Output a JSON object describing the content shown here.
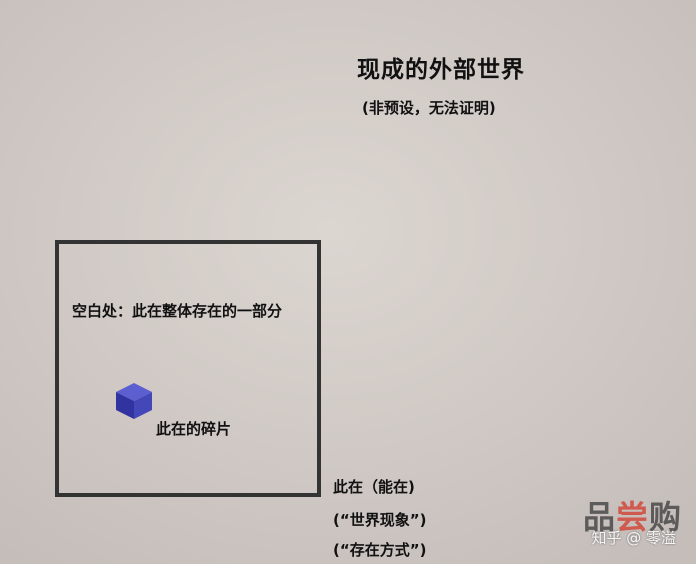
{
  "title": "现成的外部世界",
  "subtitle": "(非预设，无法证明)",
  "frame": {
    "blank_label": "空白处：此在整体存在的一部分",
    "fragment_label": "此在的碎片"
  },
  "notes": [
    "此在（能在)",
    "(“世界现象”)",
    "(“存在方式”)"
  ],
  "watermark": {
    "brand_prefix": "品",
    "brand_accent": "尝",
    "brand_suffix": "购",
    "sub": "知乎 @ 零溢"
  },
  "colors": {
    "frame": "#333333",
    "cube": "#3d3fa3",
    "watermark_accent": "#d23a2a"
  }
}
